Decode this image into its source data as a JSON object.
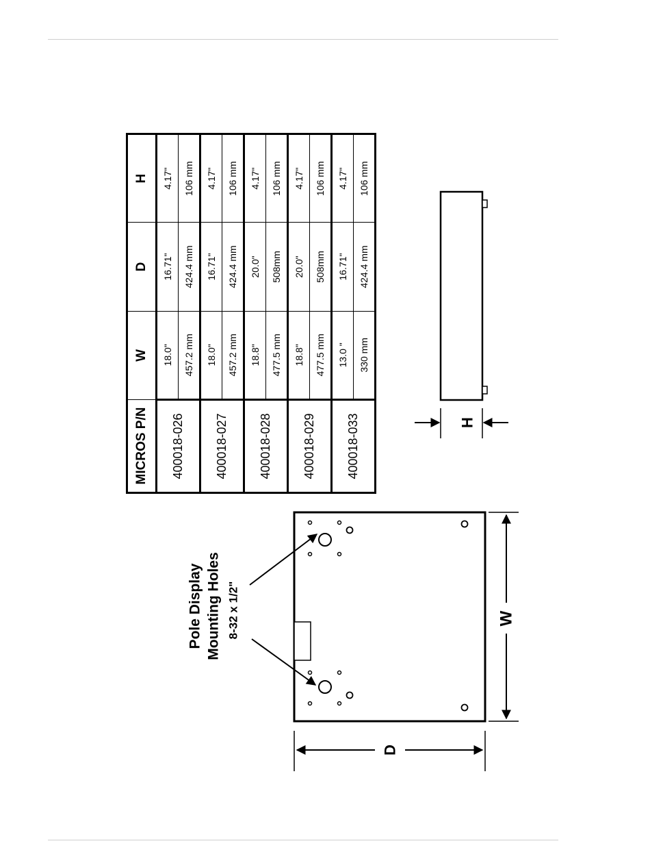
{
  "table": {
    "headers": [
      "MICROS P/N",
      "W",
      "D",
      "H"
    ],
    "rows": [
      {
        "pn": "400018-026",
        "w_in": "18.0\"",
        "w_mm": "457.2 mm",
        "d_in": "16.71\"",
        "d_mm": "424.4 mm",
        "h_in": "4.17\"",
        "h_mm": "106 mm"
      },
      {
        "pn": "400018-027",
        "w_in": "18.0\"",
        "w_mm": "457.2 mm",
        "d_in": "16.71\"",
        "d_mm": "424.4 mm",
        "h_in": "4.17\"",
        "h_mm": "106 mm"
      },
      {
        "pn": "400018-028",
        "w_in": "18.8\"",
        "w_mm": "477.5 mm",
        "d_in": "20.0\"",
        "d_mm": "508mm",
        "h_in": "4.17\"",
        "h_mm": "106 mm"
      },
      {
        "pn": "400018-029",
        "w_in": "18.8\"",
        "w_mm": "477.5 mm",
        "d_in": "20.0\"",
        "d_mm": "508mm",
        "h_in": "4.17\"",
        "h_mm": "106 mm"
      },
      {
        "pn": "400018-033",
        "w_in": "13.0 \"",
        "w_mm": "330 mm",
        "d_in": "16.71\"",
        "d_mm": "424.4 mm",
        "h_in": "4.17\"",
        "h_mm": "106 mm"
      }
    ]
  },
  "callout": {
    "line1": "Pole Display",
    "line2": "Mounting Holes",
    "line3": "8-32 x 1/2\""
  },
  "dimensions": {
    "h": "H",
    "w": "W",
    "d": "D"
  }
}
